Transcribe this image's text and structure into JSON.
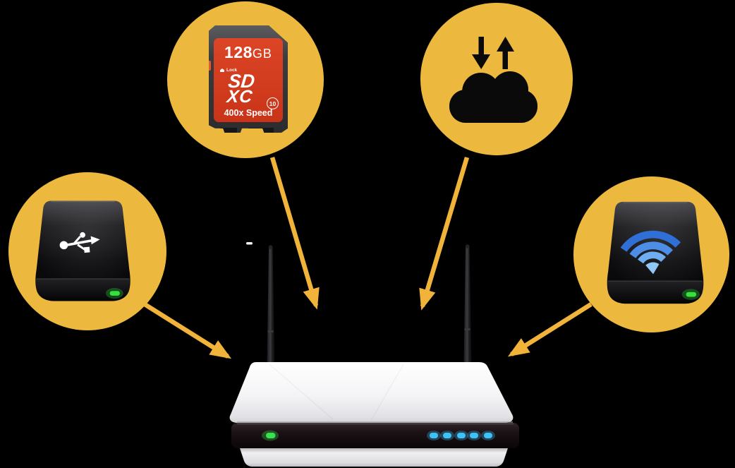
{
  "colors": {
    "background": "#000000",
    "bubble_yellow": "#ECB83E",
    "arrow_yellow": "#F1B33A",
    "sd_red": "#D23C1F",
    "sd_body_gray": "#3C3C3E",
    "icon_black": "#0A0A0A",
    "drive_black": "#0D0D0F",
    "wifi_blue_dark": "#2F6FD6",
    "wifi_blue_light": "#8FC8F8",
    "led_green": "#35E23C",
    "led_blue": "#3EC1F5",
    "router_white": "#F2F2F4"
  },
  "sd_card": {
    "capacity_number": "128",
    "capacity_unit": "GB",
    "lock_label": "Lock",
    "logo_line1": "SD",
    "logo_line2": "XC",
    "speed_class": "10",
    "speed_label": "400x Speed"
  },
  "nodes": {
    "sd_card": "sd-memory-card",
    "cloud": "cloud-upload-download",
    "usb_drive": "usb-external-drive",
    "wifi_drive": "wifi-external-drive",
    "router": "wireless-router-two-antennas"
  },
  "router": {
    "green_led_count": 1,
    "blue_led_count": 5
  },
  "arrows": [
    {
      "from": "sd-card",
      "to": "router"
    },
    {
      "from": "cloud",
      "to": "router"
    },
    {
      "from": "usb-drive",
      "to": "router"
    },
    {
      "from": "wifi-drive",
      "to": "router"
    }
  ]
}
